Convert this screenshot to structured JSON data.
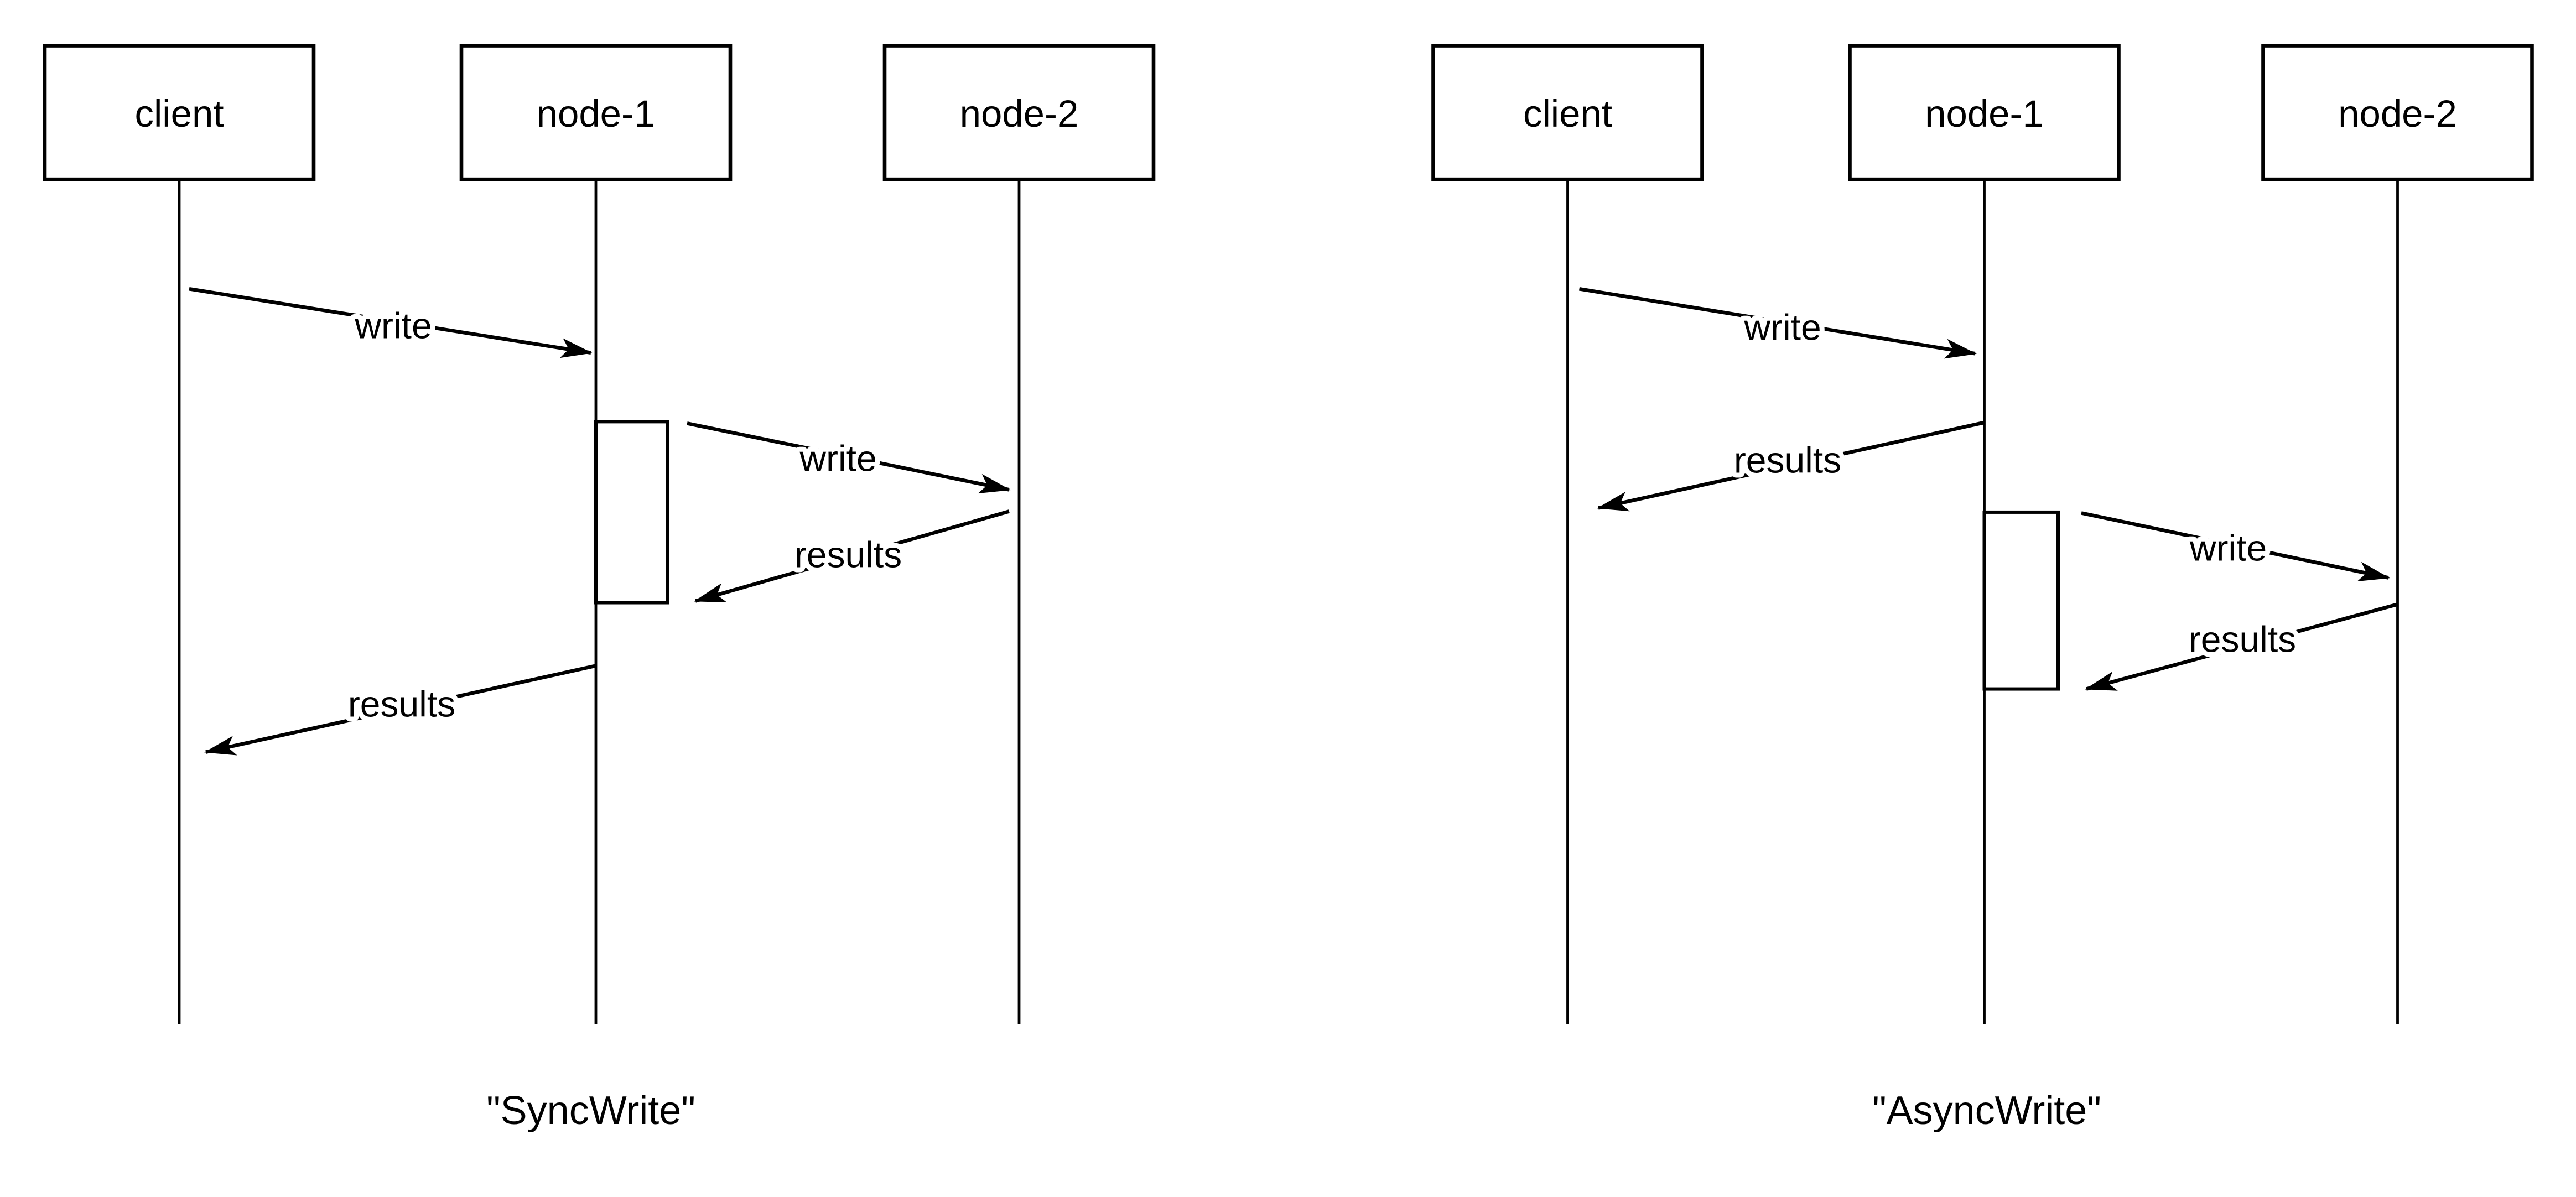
{
  "colors": {
    "line": "#000000",
    "background": "#ffffff"
  },
  "diagrams": [
    {
      "caption": "\"SyncWrite\"",
      "actors": [
        {
          "label": "client"
        },
        {
          "label": "node-1"
        },
        {
          "label": "node-2"
        }
      ],
      "messages": [
        {
          "label": "write",
          "from": "client",
          "to": "node-1"
        },
        {
          "label": "write",
          "from": "node-1",
          "to": "node-2"
        },
        {
          "label": "results",
          "from": "node-2",
          "to": "node-1"
        },
        {
          "label": "results",
          "from": "node-1",
          "to": "client"
        }
      ]
    },
    {
      "caption": "\"AsyncWrite\"",
      "actors": [
        {
          "label": "client"
        },
        {
          "label": "node-1"
        },
        {
          "label": "node-2"
        }
      ],
      "messages": [
        {
          "label": "write",
          "from": "client",
          "to": "node-1"
        },
        {
          "label": "results",
          "from": "node-1",
          "to": "client"
        },
        {
          "label": "write",
          "from": "node-1",
          "to": "node-2"
        },
        {
          "label": "results",
          "from": "node-2",
          "to": "node-1"
        }
      ]
    }
  ]
}
